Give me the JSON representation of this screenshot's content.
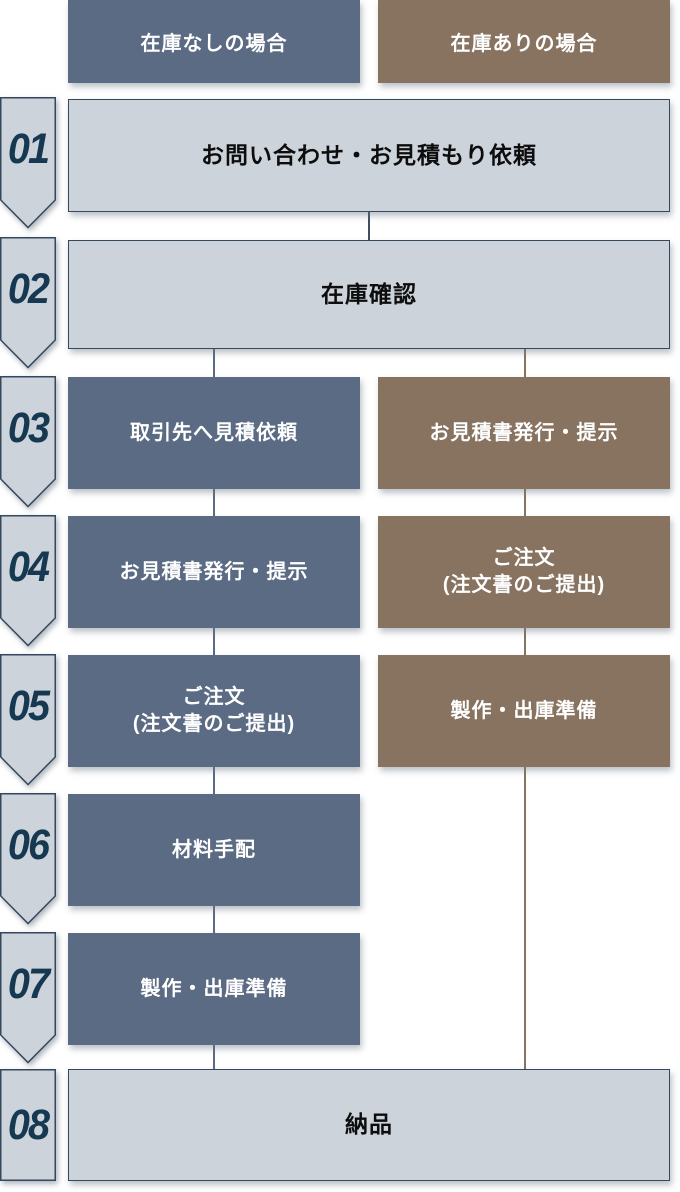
{
  "columns": [
    {
      "id": "no_stock",
      "label": "在庫なしの場合",
      "color": "#5a6b83"
    },
    {
      "id": "in_stock",
      "label": "在庫ありの場合",
      "color": "#877360"
    }
  ],
  "steps": [
    {
      "num": "01",
      "full": "お問い合わせ・お見積もり依頼"
    },
    {
      "num": "02",
      "full": "在庫確認"
    },
    {
      "num": "03",
      "left": "取引先へ見積依頼",
      "right": "お見積書発行・提示"
    },
    {
      "num": "04",
      "left": "お見積書発行・提示",
      "right": "ご注文\n(注文書のご提出)"
    },
    {
      "num": "05",
      "left": "ご注文\n(注文書のご提出)",
      "right": "製作・出庫準備"
    },
    {
      "num": "06",
      "left": "材料手配"
    },
    {
      "num": "07",
      "left": "製作・出庫準備"
    },
    {
      "num": "08",
      "full": "納品"
    }
  ],
  "colors": {
    "no_stock_column": "#5a6b83",
    "in_stock_column": "#877360",
    "neutral_box_fill": "#ccd3db",
    "neutral_box_border": "#35485d",
    "step_number_text": "#173851",
    "connector_dark": "#414e5e",
    "box_text_dark": "#0d0d0d",
    "box_text_light": "#ffffff"
  }
}
